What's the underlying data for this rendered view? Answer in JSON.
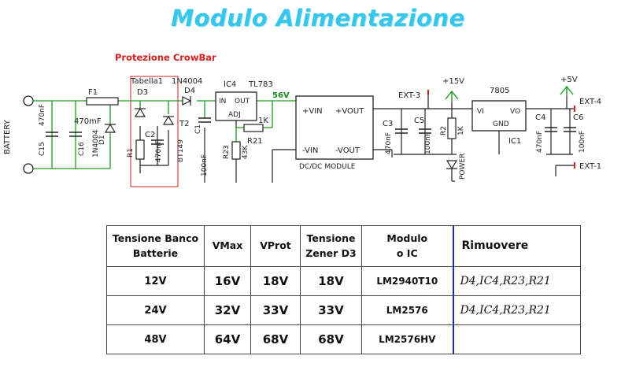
{
  "title": "Modulo Alimentazione",
  "crowbar_label": "Protezione CrowBar",
  "schematic": {
    "battery": "BATTERY",
    "c15": "C15",
    "c15_val": "470nF",
    "c16": "C16",
    "c16_val": "470mF",
    "f1": "F1",
    "d1": "D1",
    "d1_val": "1N4004",
    "tabella": "Tabella1",
    "d3": "D3",
    "c2": "C2",
    "d3_side": "R1",
    "c2_val": "470nF",
    "d4": "D4",
    "d4_val": "1N4004",
    "t2": "T2",
    "t2_val": "BT149",
    "c1": "C1",
    "c1_val": "100nF",
    "ic4": "IC4",
    "ic4_model": "TL783",
    "pin_in": "IN",
    "pin_out": "OUT",
    "pin_adj": "ADJ",
    "r21": "R21",
    "r21_val": "1K",
    "r23": "R23",
    "r23_val": "43K",
    "v56": "56V",
    "dcdc_vin_p": "+VIN",
    "dcdc_vout_p": "+VOUT",
    "dcdc_vin_n": "-VIN",
    "dcdc_vout_n": "-VOUT",
    "dcdc_name": "DC/DC MODULE",
    "ext3": "EXT-3",
    "v15": "+15V",
    "c3": "C3",
    "c3_val": "470nF",
    "c5": "C5",
    "c5_val": "100nF",
    "r2": "R2",
    "r2_val": "1K",
    "power": "POWER",
    "reg": "7805",
    "pin_vi": "VI",
    "pin_vo": "VO",
    "pin_gnd": "GND",
    "ic1": "IC1",
    "c4": "C4",
    "c4_val": "470nF",
    "c6": "C6",
    "c6_val": "100nF",
    "v5": "+5V",
    "ext4": "EXT-4",
    "ext1": "EXT-1"
  },
  "table": {
    "headers": {
      "banco_l1": "Tensione Banco",
      "banco_l2": "Batterie",
      "vmax": "VMax",
      "vprot": "VProt",
      "zener_l1": "Tensione",
      "zener_l2": "Zener D3",
      "modulo_l1": "Modulo",
      "modulo_l2": "o IC",
      "rimuovere": "Rimuovere"
    },
    "rows": [
      {
        "banco": "12V",
        "vmax": "16V",
        "vprot": "18V",
        "zener": "18V",
        "modulo": "LM2940T10",
        "rimuovere": "D4,IC4,R23,R21"
      },
      {
        "banco": "24V",
        "vmax": "32V",
        "vprot": "33V",
        "zener": "33V",
        "modulo": "LM2576",
        "rimuovere": "D4,IC4,R23,R21"
      },
      {
        "banco": "48V",
        "vmax": "64V",
        "vprot": "68V",
        "zener": "68V",
        "modulo": "LM2576HV",
        "rimuovere": ""
      }
    ]
  }
}
